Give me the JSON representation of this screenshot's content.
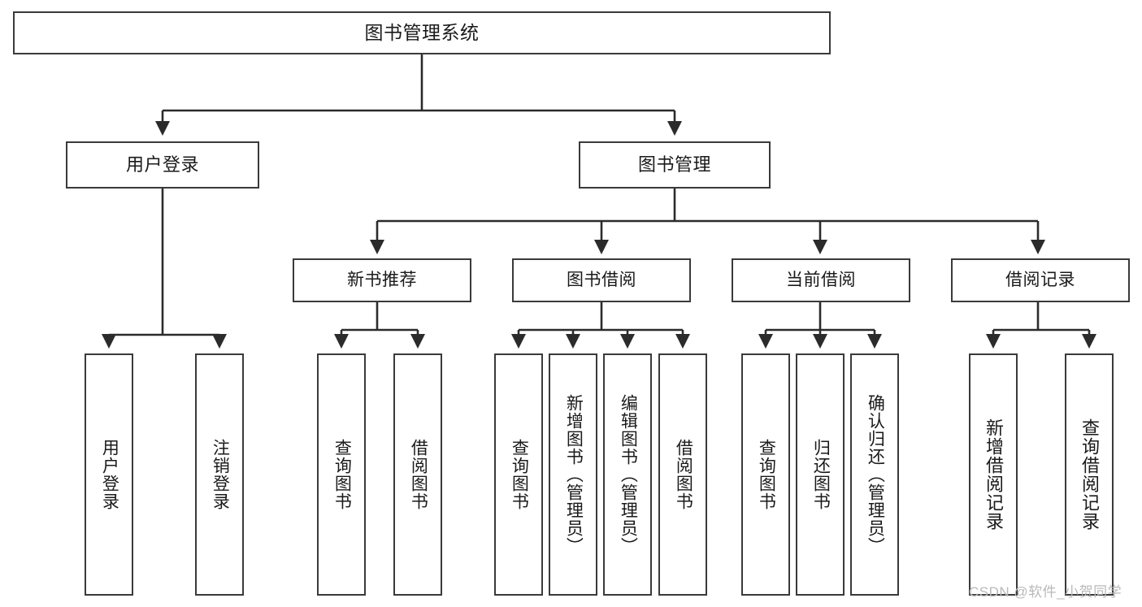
{
  "diagram": {
    "type": "tree-hierarchy",
    "title": "图书管理系统",
    "orientation": "top-down",
    "colors": {
      "box_border": "#3a3a3a",
      "box_fill": "#ffffff",
      "connector": "#2b2b2b",
      "text": "#1a1a1a",
      "watermark": "#b9b9b9",
      "background": "#ffffff"
    },
    "root": {
      "label": "图书管理系统"
    },
    "level1": [
      {
        "label": "用户登录"
      },
      {
        "label": "图书管理"
      }
    ],
    "level2": [
      {
        "label": "新书推荐"
      },
      {
        "label": "图书借阅"
      },
      {
        "label": "当前借阅"
      },
      {
        "label": "借阅记录"
      }
    ],
    "leaves": {
      "user_login": [
        {
          "label": "用户登录"
        },
        {
          "label": "注销登录"
        }
      ],
      "new_book_recommend": [
        {
          "label": "查询图书"
        },
        {
          "label": "借阅图书"
        }
      ],
      "book_borrow": [
        {
          "label": "查询图书"
        },
        {
          "label": "新增图书（管理员）"
        },
        {
          "label": "编辑图书（管理员）"
        },
        {
          "label": "借阅图书"
        }
      ],
      "current_borrow": [
        {
          "label": "查询图书"
        },
        {
          "label": "归还图书"
        },
        {
          "label": "确认归还（管理员）"
        }
      ],
      "borrow_record": [
        {
          "label": "新增借阅记录"
        },
        {
          "label": "查询借阅记录"
        }
      ]
    }
  },
  "watermark": {
    "text": "CSDN @软件_小贺同学"
  }
}
